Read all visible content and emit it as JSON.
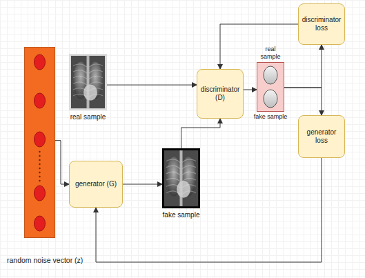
{
  "diagram": {
    "nodes": [
      {
        "text": [
          "random noise vector (z)"
        ]
      },
      {
        "text": [
          "real sample"
        ]
      },
      {
        "text": [
          "generator (G)"
        ]
      },
      {
        "text": [
          "fake sample"
        ]
      },
      {
        "text": [
          "discriminator (D)"
        ]
      },
      {
        "text": [
          "real sample",
          "fake sample"
        ]
      },
      {
        "text": [
          "discriminator loss"
        ]
      },
      {
        "text": [
          "generator loss"
        ]
      }
    ],
    "edges": [
      {
        "from": 0,
        "to": 2,
        "arrow": "to"
      },
      {
        "from": 1,
        "to": 4,
        "arrow": "to"
      },
      {
        "from": 2,
        "to": 3,
        "arrow": "to"
      },
      {
        "from": 3,
        "to": 4,
        "arrow": "to"
      },
      {
        "from": 4,
        "to": 5,
        "arrow": "to"
      },
      {
        "from": 5,
        "to": 6,
        "arrow": "to"
      },
      {
        "from": 5,
        "to": 7,
        "arrow": "to"
      },
      {
        "from": 6,
        "to": 4,
        "arrow": "to"
      },
      {
        "from": 7,
        "to": 2,
        "arrow": "to"
      }
    ]
  }
}
